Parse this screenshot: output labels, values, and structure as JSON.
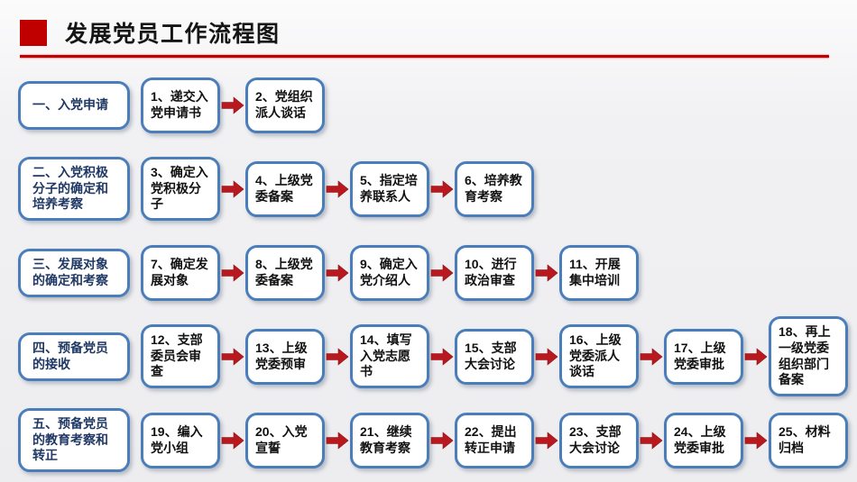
{
  "title": "发展党员工作流程图",
  "colors": {
    "accent_red": "#C00000",
    "arrow_red": "#B8191F",
    "box_border_blue": "#4A7EBB",
    "category_text_navy": "#1F3864",
    "step_text": "#111111",
    "slide_background": "#EFEFF1"
  },
  "icons": {
    "title_bullet": "red-square-bullet",
    "flow_arrow": "right-block-arrow"
  },
  "rows": [
    {
      "category": "一、入党申请",
      "steps": [
        "1、递交入党申请书",
        "2、党组织派人谈话"
      ]
    },
    {
      "category": "二、入党积极分子的确定和培养考察",
      "steps": [
        "3、确定入党积极分子",
        "4、上级党委备案",
        "5、指定培养联系人",
        "6、培养教育考察"
      ]
    },
    {
      "category": "三、发展对象的确定和考察",
      "steps": [
        "7、确定发展对象",
        "8、上级党委备案",
        "9、确定入党介绍人",
        "10、进行政治审查",
        "11、开展集中培训"
      ]
    },
    {
      "category": "四、预备党员的接收",
      "steps": [
        "12、支部委员会审查",
        "13、上级党委预审",
        "14、填写入党志愿书",
        "15、支部大会讨论",
        "16、上级党委派人谈话",
        "17、上级党委审批",
        "18、再上一级党委组织部门备案"
      ]
    },
    {
      "category": "五、预备党员的教育考察和转正",
      "steps": [
        "19、编入党小组",
        "20、入党宣誓",
        "21、继续教育考察",
        "22、提出转正申请",
        "23、支部大会讨论",
        "24、上级党委审批",
        "25、材料归档"
      ]
    }
  ]
}
